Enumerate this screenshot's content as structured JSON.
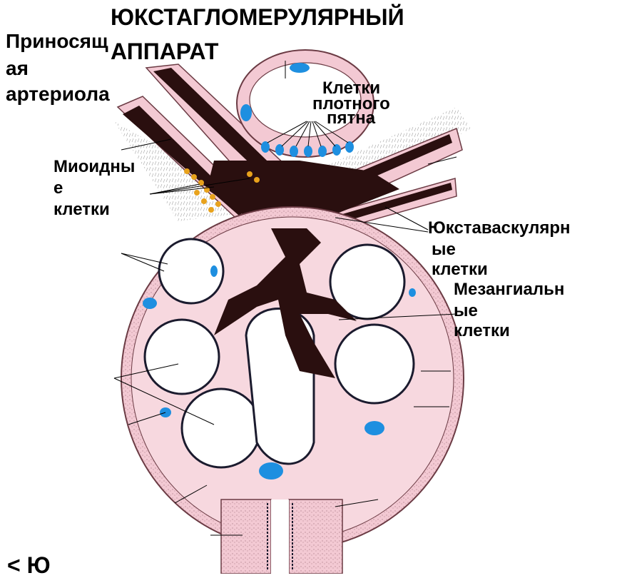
{
  "title_line1": "ЮКСТАГЛОМЕРУЛЯРНЫЙ",
  "title_line2": "АППАРАТ",
  "labels": {
    "afferent_l1": "Приносящ",
    "afferent_l2": "ая",
    "afferent_l3": "артериола",
    "macula_l1": "Клетки",
    "macula_l2": "плотного",
    "macula_l3": "пятна",
    "myoid_l1": "Миоидны",
    "myoid_l2": "е",
    "myoid_l3": "клетки",
    "juxtavasc_l1": "Юкставаскулярн",
    "juxtavasc_l2": "ые",
    "juxtavasc_l3": "клетки",
    "mesang_l1": "Мезангиальн",
    "mesang_l2": "ые",
    "mesang_l3": "клетки",
    "bottom_fragment": "< Ю"
  },
  "colors": {
    "capsule_pink": "#f3c9d3",
    "dark_cells": "#2a0f0f",
    "nucleus_blue": "#1e8fe0",
    "myoid_orange": "#e8a21c"
  }
}
